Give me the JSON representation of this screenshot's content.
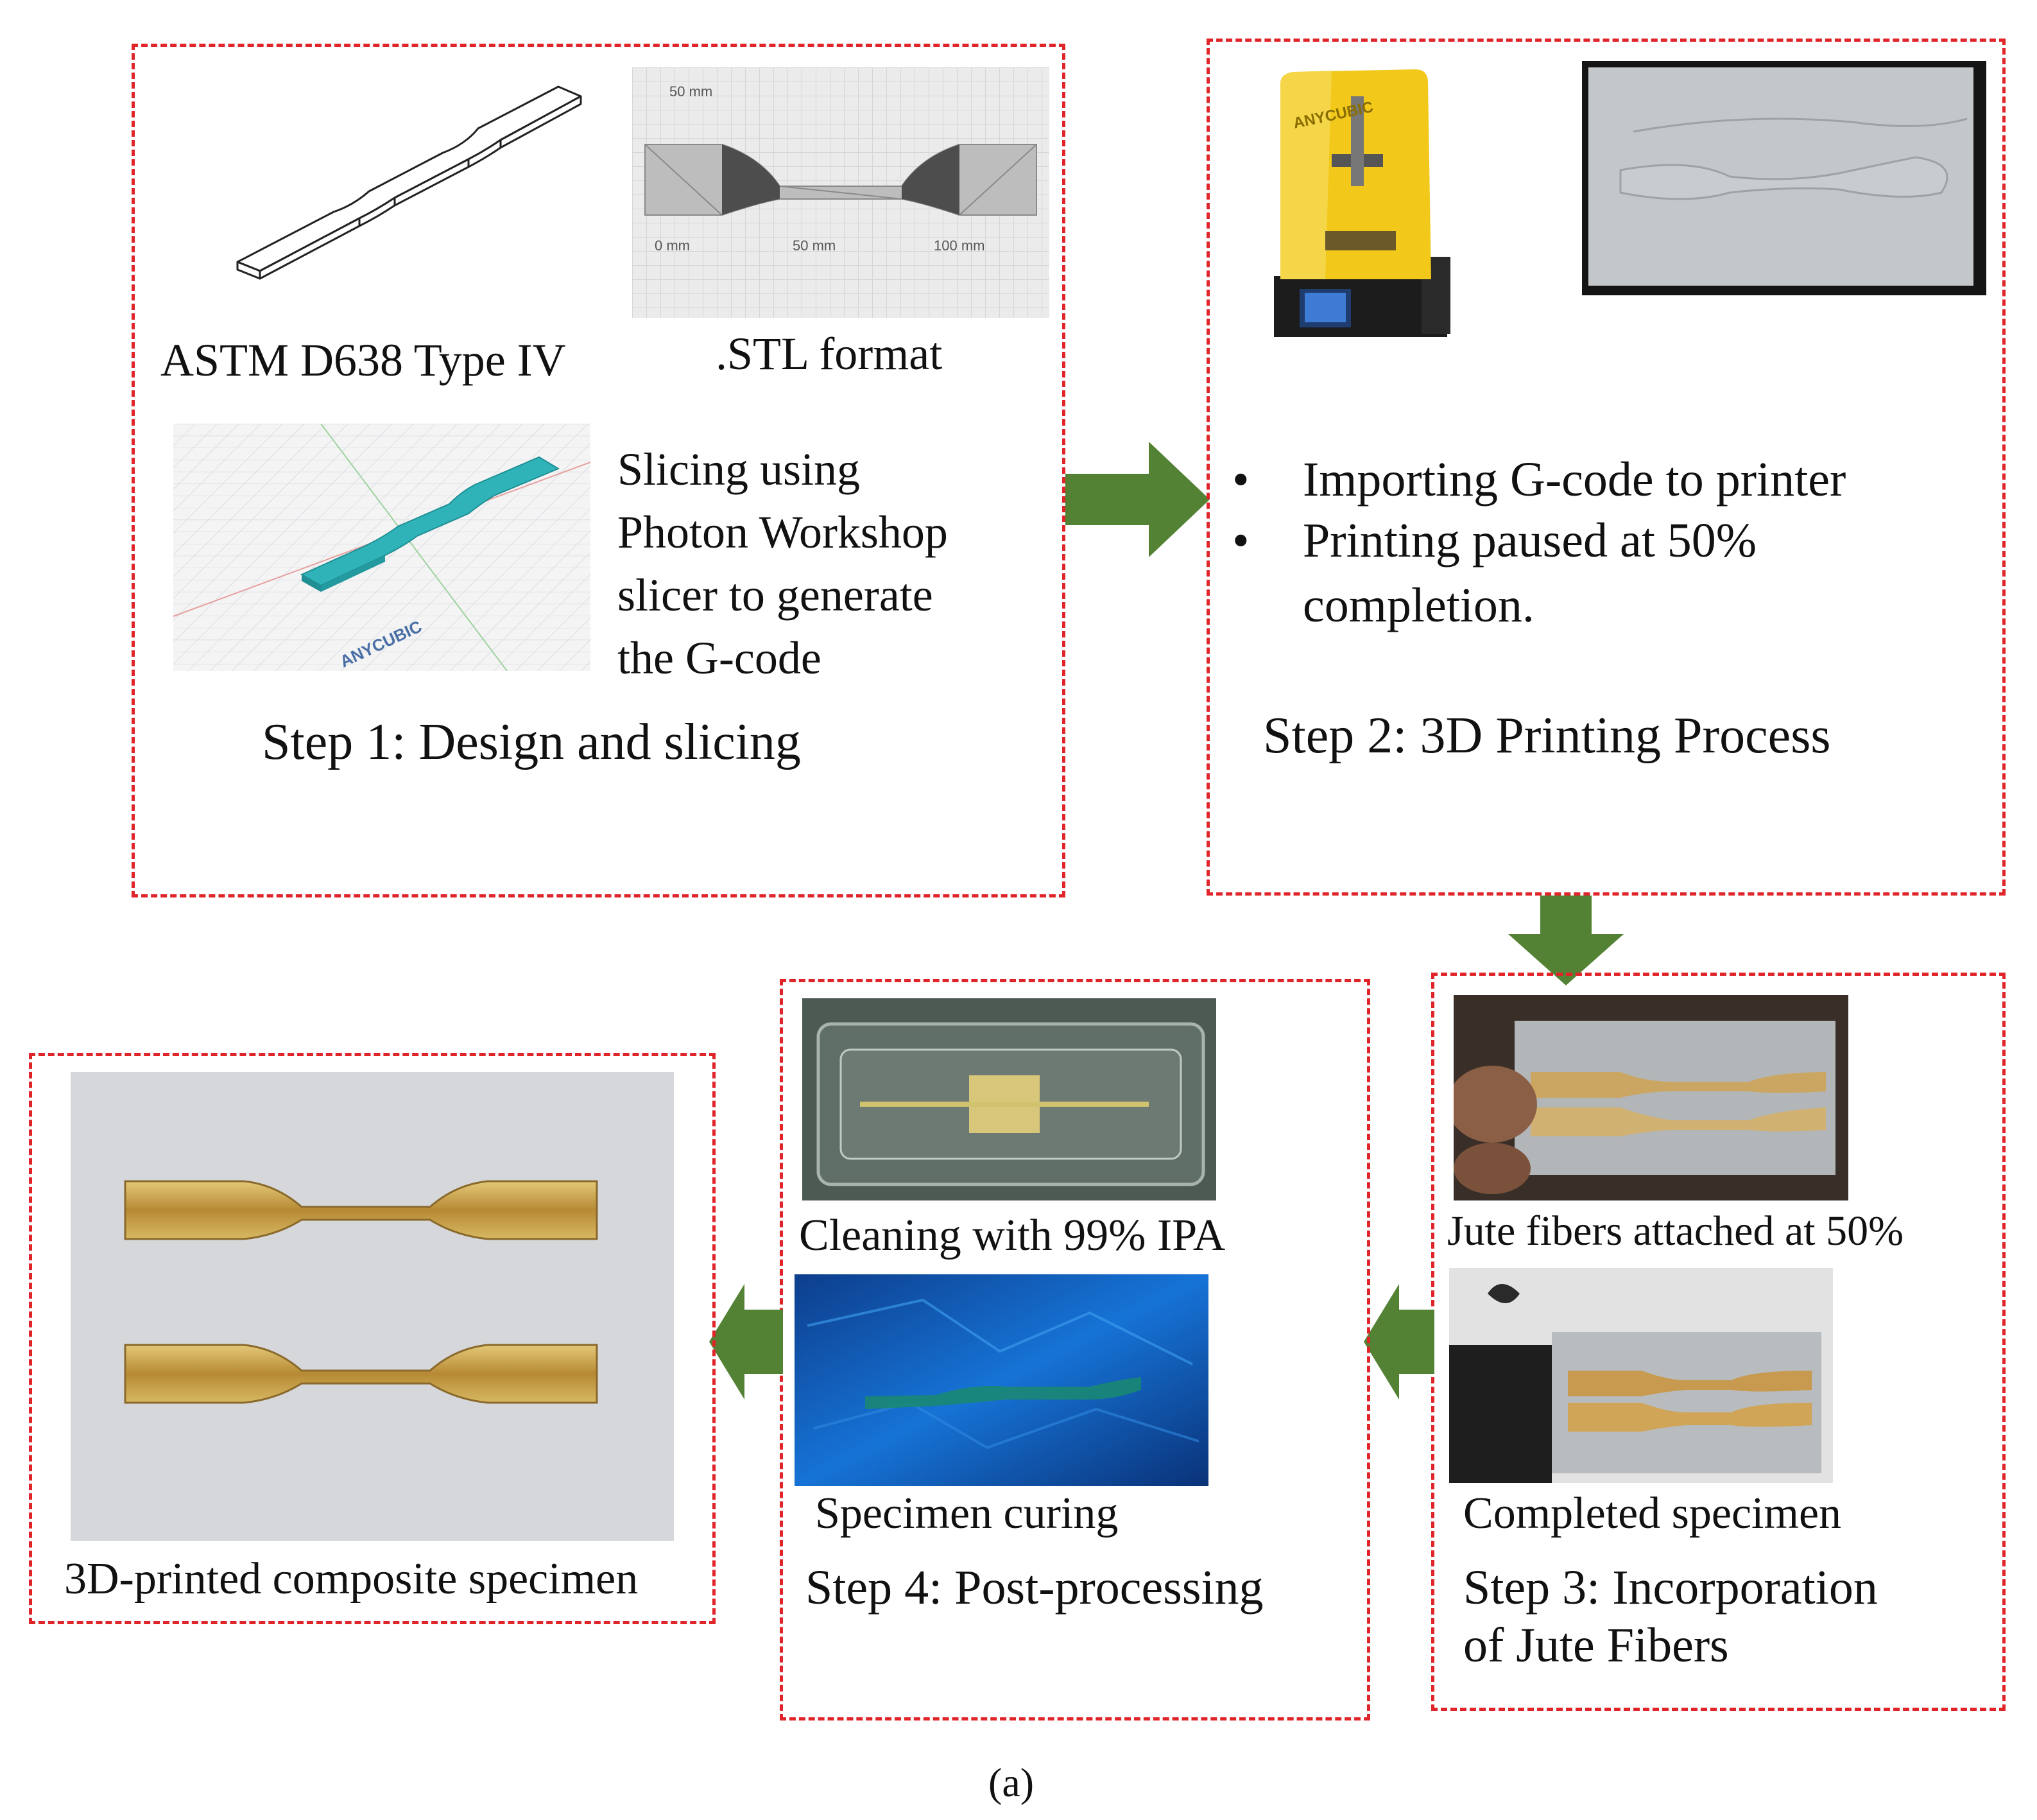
{
  "step1": {
    "design_label": "ASTM D638 Type IV",
    "stl_label": ".STL format",
    "stl_ticks": [
      "50 mm",
      "0 mm",
      "50 mm",
      "100 mm"
    ],
    "slicer_logo": "ANYCUBIC",
    "slicing_lines": [
      "Slicing using",
      "Photon Workshop",
      "slicer to generate",
      "the G-code"
    ],
    "title": "Step 1: Design and slicing"
  },
  "step2": {
    "printer_brand": "ANYCUBIC",
    "bullets": [
      "Importing G-code to printer",
      "Printing paused at 50%",
      "completion."
    ],
    "title": "Step 2: 3D Printing Process"
  },
  "step3": {
    "caption_top": "Jute fibers attached at 50%",
    "caption_bottom": "Completed specimen",
    "title_lines": [
      "Step 3: Incorporation",
      "of Jute Fibers"
    ]
  },
  "step4": {
    "caption_top": "Cleaning with 99% IPA",
    "caption_bottom": "Specimen curing",
    "title": "Step 4: Post-processing"
  },
  "result": {
    "caption": "3D-printed composite specimen"
  },
  "figure_label": "(a)",
  "colors": {
    "dashed_border": "#e0252a",
    "arrow": "#548235",
    "specimen_teal": "#2fb3b8",
    "printer_yellow": "#f2c81a"
  }
}
